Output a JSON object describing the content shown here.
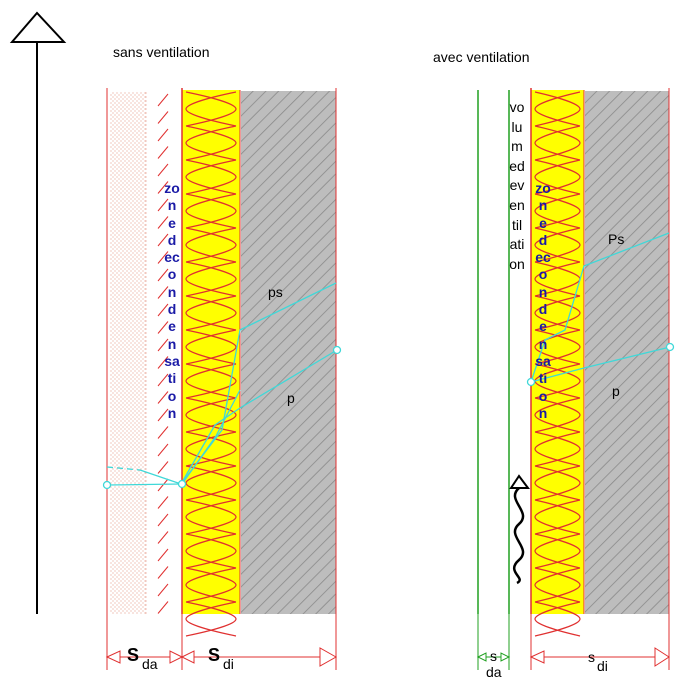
{
  "left_panel": {
    "title": "sans ventilation",
    "zone_text": "zonedecondensation",
    "label_ps": "ps",
    "label_p": "p",
    "dim_s_da": "S",
    "dim_s_da_sub": "da",
    "dim_s_di": "S",
    "dim_s_di_sub": "di"
  },
  "right_panel": {
    "title": "avec ventilation",
    "volume_text": "volumedeventilation",
    "zone_text": "zonedecondensation",
    "label_ps": "Ps",
    "label_p": "p",
    "dim_s_da": "s",
    "dim_s_da_sub": "da",
    "dim_s_di": "s",
    "dim_s_di_sub": "di"
  },
  "colors": {
    "insulation": "#ffff00",
    "wall_grey": "#bdbdbd",
    "hatch": "#888888",
    "red_line": "#e03030",
    "curve": "#40d8d8",
    "zone_text": "#1a1aa6",
    "ventilation_line": "#20a020",
    "render_dots": "#e8a090"
  }
}
